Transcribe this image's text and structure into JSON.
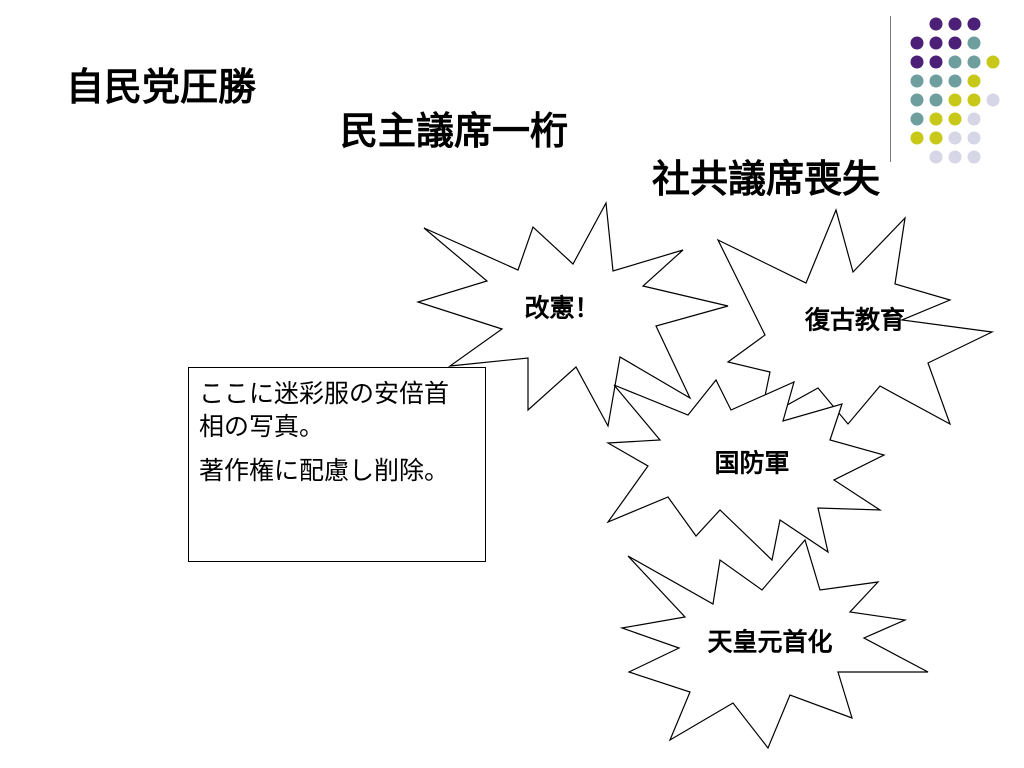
{
  "headlines": [
    "自民党圧勝",
    "民主議席一桁",
    "社共議席喪失"
  ],
  "bursts": [
    "改憲！",
    "復古教育",
    "国防軍",
    "天皇元首化"
  ],
  "note": {
    "lines": [
      "ここに迷彩服の安倍首相の写真。",
      "著作権に配慮し削除。"
    ]
  },
  "theme_colors": {
    "purple": "#4b2076",
    "teal": "#6f9e9e",
    "yellow": "#c8c818",
    "lavender": "#d6d6e6"
  }
}
